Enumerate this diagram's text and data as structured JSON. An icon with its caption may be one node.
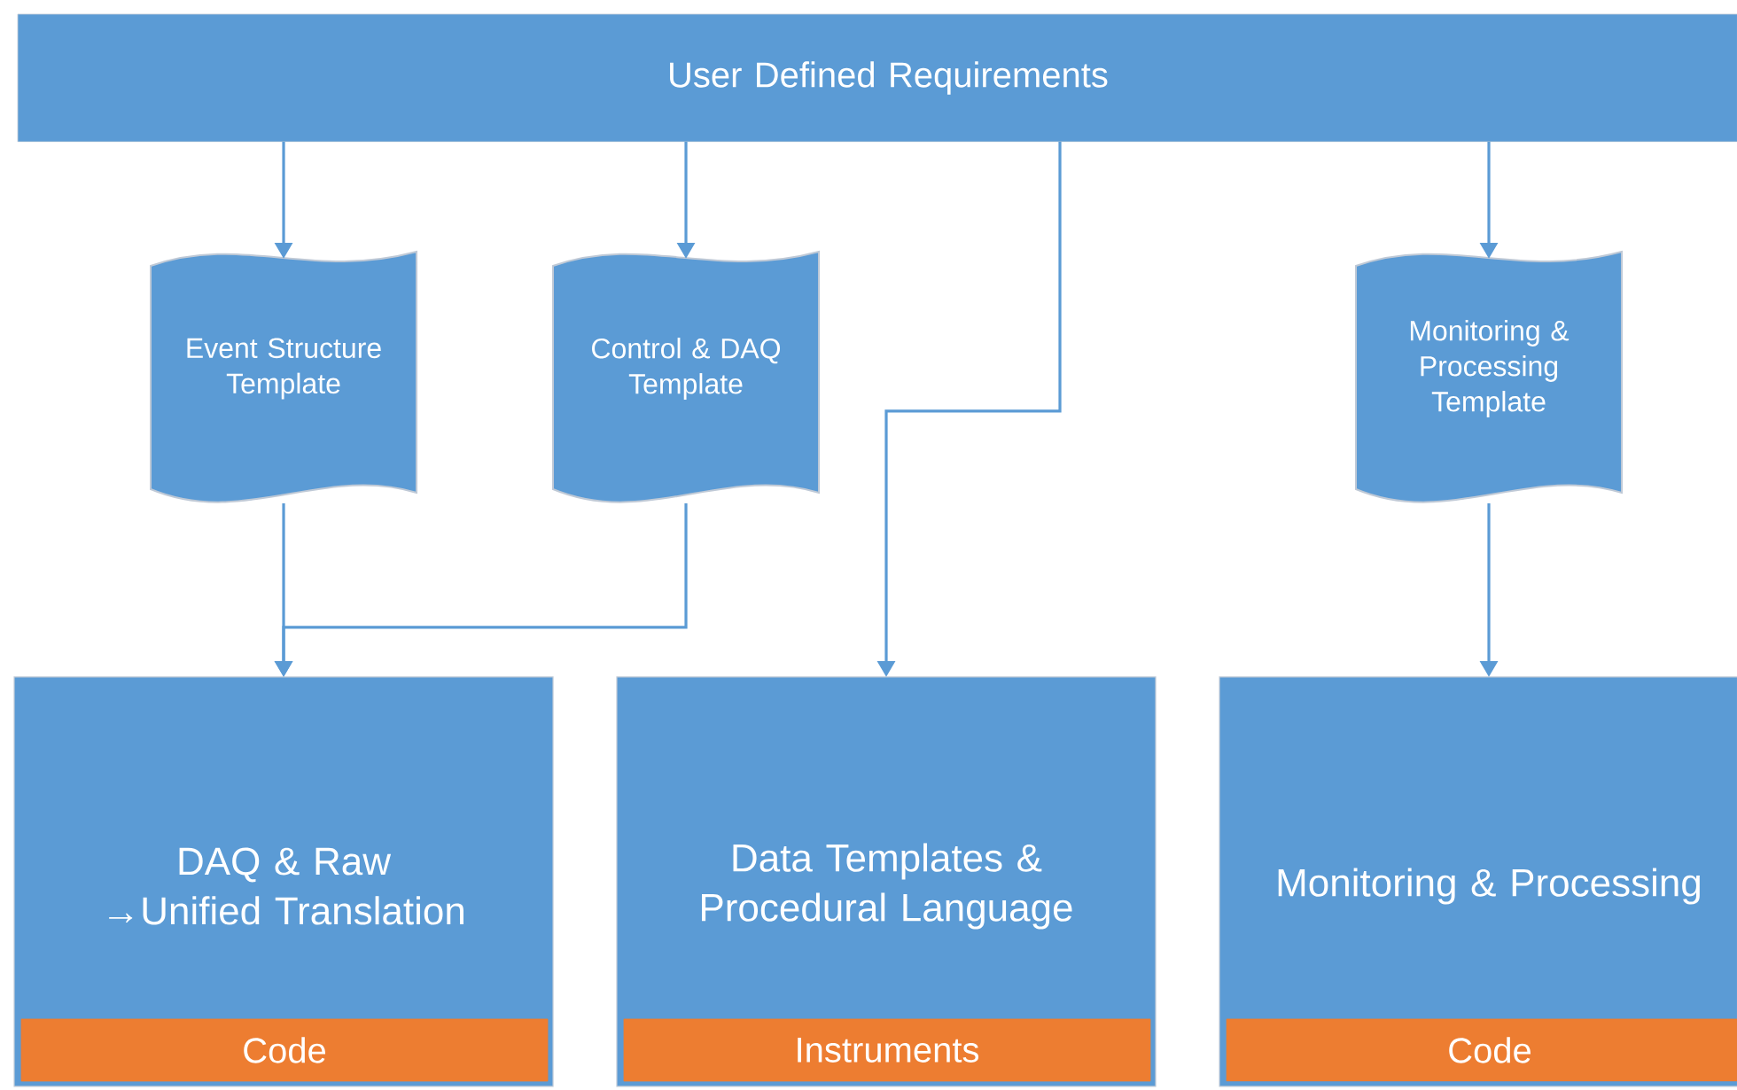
{
  "diagram": {
    "nodes": [
      {
        "text": [
          "User Defined Requirements"
        ]
      },
      {
        "text": [
          "Event Structure Template"
        ]
      },
      {
        "text": [
          "Control & DAQ Template"
        ]
      },
      {
        "text": [
          "Monitoring & Processing Template"
        ]
      },
      {
        "text": [
          "DAQ & Raw →Unified Translation"
        ]
      },
      {
        "text": [
          "Code"
        ],
        "in": 4
      },
      {
        "text": [
          "Data Templates & Procedural  Language"
        ]
      },
      {
        "text": [
          "Instruments"
        ],
        "in": 6
      },
      {
        "text": [
          "Monitoring & Processing"
        ]
      },
      {
        "text": [
          "Code"
        ],
        "in": 8
      }
    ],
    "edges": [
      {
        "from": 0,
        "to": 1,
        "arrow": "to"
      },
      {
        "from": 0,
        "to": 2,
        "arrow": "to"
      },
      {
        "from": 0,
        "to": 6,
        "arrow": "to"
      },
      {
        "from": 0,
        "to": 3,
        "arrow": "to"
      },
      {
        "from": 1,
        "to": 4,
        "arrow": "to"
      },
      {
        "from": 2,
        "to": 4,
        "arrow": "to"
      },
      {
        "from": 3,
        "to": 8,
        "arrow": "to"
      }
    ]
  }
}
